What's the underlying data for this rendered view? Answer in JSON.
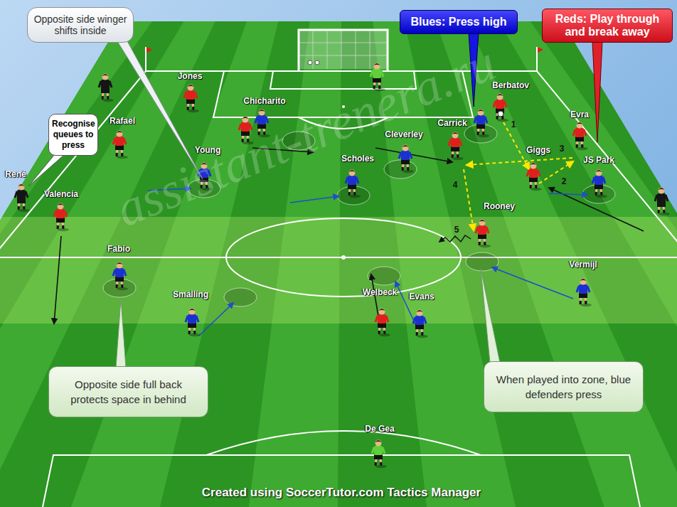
{
  "diagram": {
    "caption": "Created using SoccerTutor.com Tactics Manager",
    "nodes": [
      {
        "text": [
          "Opposite side winger shifts inside"
        ]
      },
      {
        "text": [
          "Blues: Press high"
        ]
      },
      {
        "text": [
          "Reds: Play through and break away"
        ]
      },
      {
        "text": [
          "Recognise queues to press"
        ]
      },
      {
        "text": [
          "Opposite side full back protects space in behind"
        ]
      },
      {
        "text": [
          "When played into zone, blue defenders press"
        ]
      }
    ],
    "labels": [
      "assistant-trenera.ru",
      "Jones",
      "Chicharito",
      "Berbatov",
      "Carrick",
      "Evra",
      "Rafael",
      "Cleverley",
      "Young",
      "Scholes",
      "Giggs",
      "JS Park",
      "René",
      "Valencia",
      "Rooney",
      "Fabio",
      "Vermijl",
      "Smalling",
      "Welbeck",
      "Evans",
      "De Gea",
      "1",
      "2",
      "3",
      "4",
      "5"
    ]
  }
}
